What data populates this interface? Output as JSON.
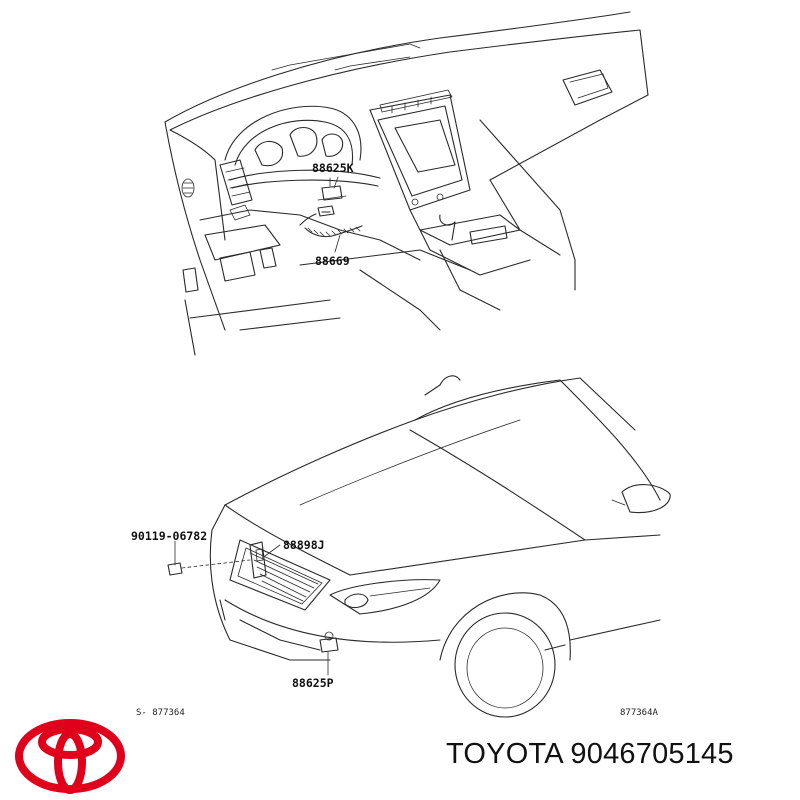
{
  "callouts": {
    "upper_sensor": "88625K",
    "harness": "88669",
    "bolt": "90119-06782",
    "bracket": "88898J",
    "lower_sensor": "88625P"
  },
  "refs": {
    "left": "S- 877364",
    "right": "877364A"
  },
  "footer": {
    "brand": "TOYOTA",
    "part_number": "9046705145",
    "logo_color": "#e0001b"
  }
}
